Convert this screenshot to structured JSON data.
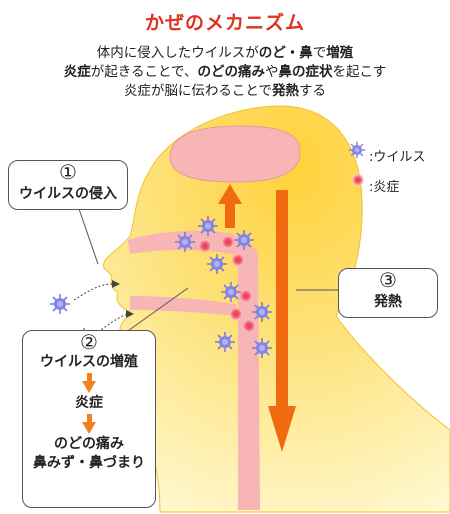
{
  "title": "かぜのメカニズム",
  "description": {
    "line1": [
      "体内に侵入したウイルスが",
      "のど・鼻",
      "で",
      "増殖"
    ],
    "line2": [
      "炎症",
      "が起きることで、",
      "のどの痛み",
      "や",
      "鼻の症状",
      "を起こす"
    ],
    "line3": [
      "炎症が脳に伝わることで",
      "発熱",
      "する"
    ]
  },
  "legend": {
    "virus": ":ウイルス",
    "inflammation": ":炎症"
  },
  "callouts": {
    "step1": {
      "num": "①",
      "label": "ウイルスの侵入"
    },
    "step2": {
      "num": "②",
      "label": "ウイルスの増殖",
      "mid": "炎症",
      "end1": "のどの痛み",
      "end2": "鼻みず・鼻づまり"
    },
    "step3": {
      "num": "③",
      "label": "発熱"
    }
  },
  "colors": {
    "title": "#e0301e",
    "head_fill": "#fddc5c",
    "head_glow": "#fff9c9",
    "brain": "#f7b5b5",
    "airway": "#f7b5b5",
    "arrow": "#f26a10",
    "virus": "#7b7be0",
    "inflammation": "#e8324a"
  }
}
